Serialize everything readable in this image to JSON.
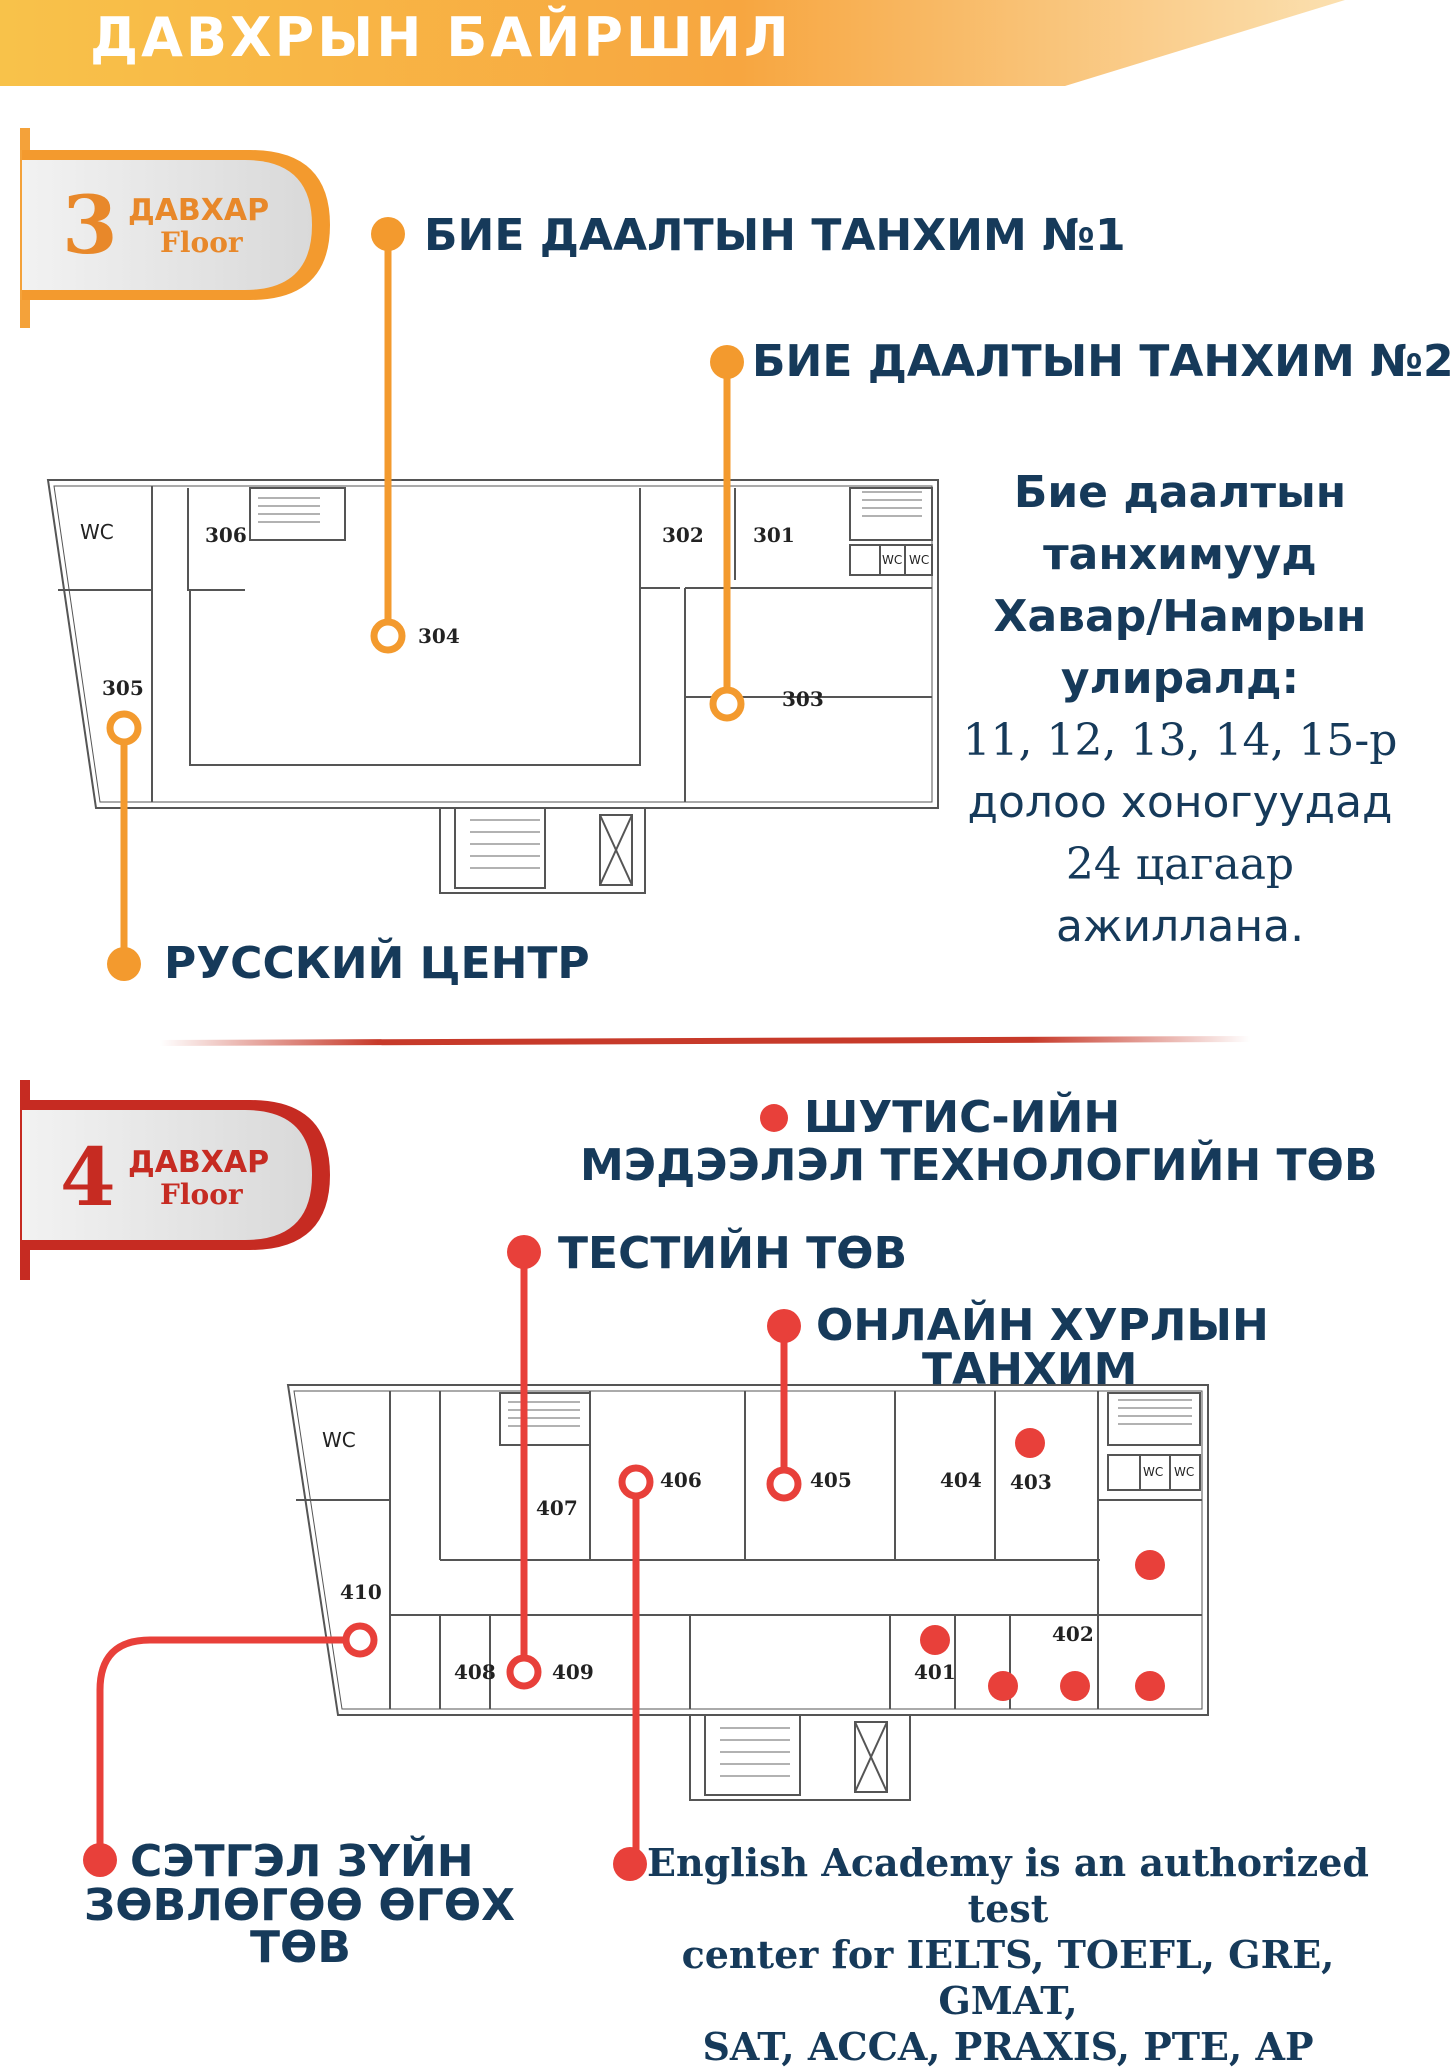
{
  "page_title": "ДАВХРЫН БАЙРШИЛ",
  "colors": {
    "navy": "#163a5a",
    "orange": "#f39a2e",
    "red": "#e8403a",
    "banner_gold": "#f7b43c"
  },
  "floor3": {
    "badge": {
      "number": "3",
      "word1": "ДАВХАР",
      "word2": "Floor"
    },
    "labels": {
      "study_hall_1": "БИЕ ДААЛТЫН ТАНХИМ №1",
      "study_hall_2": "БИЕ ДААЛТЫН ТАНХИМ №2",
      "russian_center": "РУССКИЙ ЦЕНТР"
    },
    "info": {
      "line1": "Бие  даалтын",
      "line2": "танхимууд",
      "line3": "Хавар/Намрын",
      "line4": "улиралд:",
      "line5": "11, 12, 13, 14, 15-р",
      "line6": "долоо хоногуудад",
      "line7": "24 цагаар",
      "line8": "ажиллана."
    },
    "rooms": {
      "r301": "301",
      "r302": "302",
      "r303": "303",
      "r304": "304",
      "r305": "305",
      "r306": "306",
      "wc": "WC",
      "wc_a": "WC",
      "wc_b": "WC"
    }
  },
  "floor4": {
    "badge": {
      "number": "4",
      "word1": "ДАВХАР",
      "word2": "Floor"
    },
    "labels": {
      "it_center_1": "ШУТИС-ИЙН",
      "it_center_2": "МЭДЭЭЛЭЛ ТЕХНОЛОГИЙН ТӨВ",
      "test_center": "ТЕСТИЙН ТӨВ",
      "online_hall_1": "ОНЛАЙН ХУРЛЫН",
      "online_hall_2": "ТАНХИМ",
      "counseling_1": "СЭТГЭЛ ЗҮЙН",
      "counseling_2": "ЗӨВЛӨГӨӨ ӨГӨХ",
      "counseling_3": "ТӨВ",
      "english_academy_1": "English Academy is an authorized test",
      "english_academy_2": "center for IELTS, TOEFL, GRE, GMAT,",
      "english_academy_3": "SAT, ACCA, PRAXIS, PTE, AP"
    },
    "rooms": {
      "r401": "401",
      "r402": "402",
      "r403": "403",
      "r404": "404",
      "r405": "405",
      "r406": "406",
      "r407": "407",
      "r408": "408",
      "r409": "409",
      "r410": "410",
      "wc": "WC",
      "wc_a": "WC",
      "wc_b": "WC"
    }
  }
}
